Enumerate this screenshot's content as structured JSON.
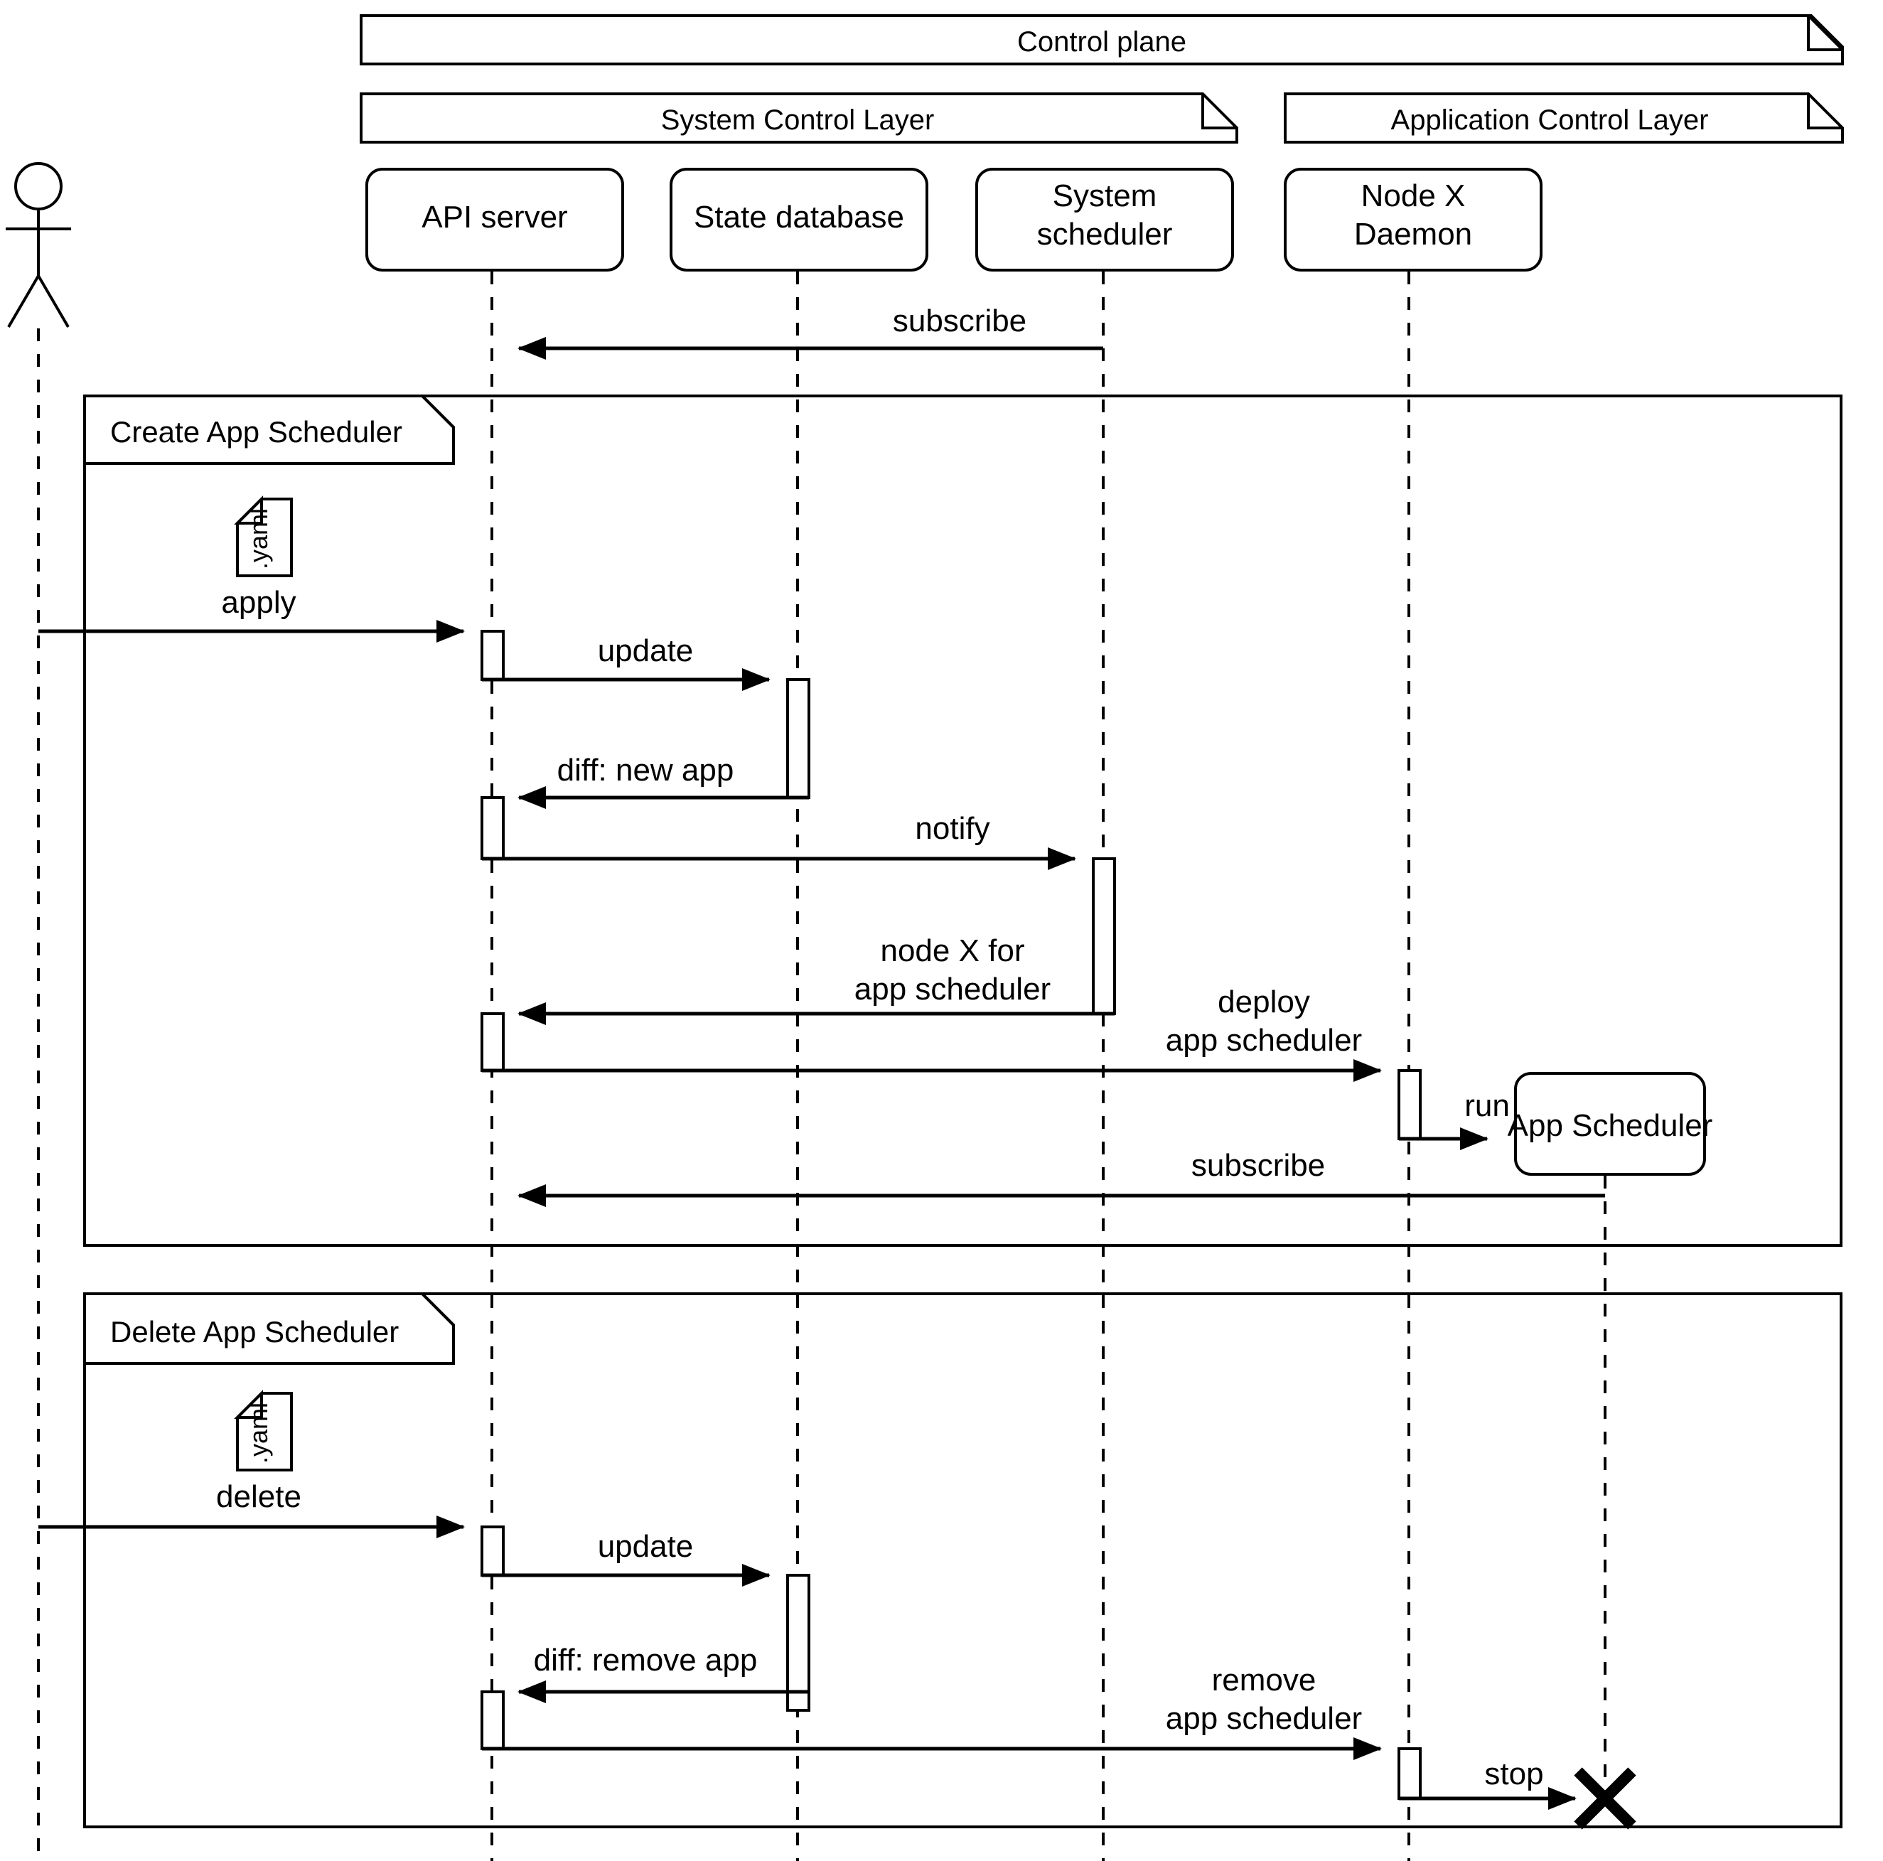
{
  "diagram": {
    "type": "uml-sequence-diagram",
    "title": "Control plane app scheduler lifecycle"
  },
  "packages": [
    {
      "id": "control-plane",
      "label": "Control plane"
    },
    {
      "id": "system-control-layer",
      "label": "System Control Layer"
    },
    {
      "id": "application-control-layer",
      "label": "Application Control Layer"
    }
  ],
  "actor": {
    "id": "user",
    "label": ""
  },
  "participants": [
    {
      "id": "api-server",
      "label": "API server",
      "lines": [
        "API server"
      ]
    },
    {
      "id": "state-database",
      "label": "State database",
      "lines": [
        "State database"
      ]
    },
    {
      "id": "system-scheduler",
      "label": "System scheduler",
      "lines": [
        "System",
        "scheduler"
      ]
    },
    {
      "id": "node-x-daemon",
      "label": "Node X Daemon",
      "lines": [
        "Node X",
        "Daemon"
      ]
    },
    {
      "id": "app-scheduler",
      "label": "App Scheduler",
      "lines": [
        "App Scheduler"
      ]
    }
  ],
  "top_messages": [
    {
      "id": "subscribe-top",
      "label": "subscribe",
      "from": "system-scheduler",
      "to": "api-server",
      "direction": "left"
    }
  ],
  "fragments": [
    {
      "id": "create-app-scheduler",
      "label": "Create App Scheduler",
      "artifact": {
        "id": "yaml-doc-create",
        "label": ".yaml"
      },
      "messages": [
        {
          "id": "apply",
          "label": "apply",
          "from": "user",
          "to": "api-server",
          "direction": "right"
        },
        {
          "id": "update-create",
          "label": "update",
          "from": "api-server",
          "to": "state-database",
          "direction": "right"
        },
        {
          "id": "diff-new-app",
          "label": "diff: new app",
          "from": "state-database",
          "to": "api-server",
          "direction": "left"
        },
        {
          "id": "notify",
          "label": "notify",
          "from": "api-server",
          "to": "system-scheduler",
          "direction": "right"
        },
        {
          "id": "node-x-for-app-scheduler",
          "label": "node X for app scheduler",
          "lines": [
            "node X for",
            "app scheduler"
          ],
          "from": "system-scheduler",
          "to": "api-server",
          "direction": "left"
        },
        {
          "id": "deploy-app-scheduler",
          "label": "deploy app scheduler",
          "lines": [
            "deploy",
            "app scheduler"
          ],
          "from": "api-server",
          "to": "node-x-daemon",
          "direction": "right"
        },
        {
          "id": "run",
          "label": "run",
          "from": "node-x-daemon",
          "to": "app-scheduler",
          "direction": "right"
        },
        {
          "id": "subscribe-app",
          "label": "subscribe",
          "from": "app-scheduler",
          "to": "api-server",
          "direction": "left"
        }
      ]
    },
    {
      "id": "delete-app-scheduler",
      "label": "Delete App Scheduler",
      "artifact": {
        "id": "yaml-doc-delete",
        "label": ".yaml"
      },
      "messages": [
        {
          "id": "delete",
          "label": "delete",
          "from": "user",
          "to": "api-server",
          "direction": "right"
        },
        {
          "id": "update-delete",
          "label": "update",
          "from": "api-server",
          "to": "state-database",
          "direction": "right"
        },
        {
          "id": "diff-remove-app",
          "label": "diff: remove app",
          "from": "state-database",
          "to": "api-server",
          "direction": "left"
        },
        {
          "id": "remove-app-scheduler",
          "label": "remove app scheduler",
          "lines": [
            "remove",
            "app scheduler"
          ],
          "from": "api-server",
          "to": "node-x-daemon",
          "direction": "right"
        },
        {
          "id": "stop",
          "label": "stop",
          "from": "node-x-daemon",
          "to": "app-scheduler",
          "direction": "right",
          "terminates": true
        }
      ]
    }
  ],
  "colors": {
    "stroke": "#000000",
    "background": "#ffffff",
    "fill": "#ffffff"
  }
}
